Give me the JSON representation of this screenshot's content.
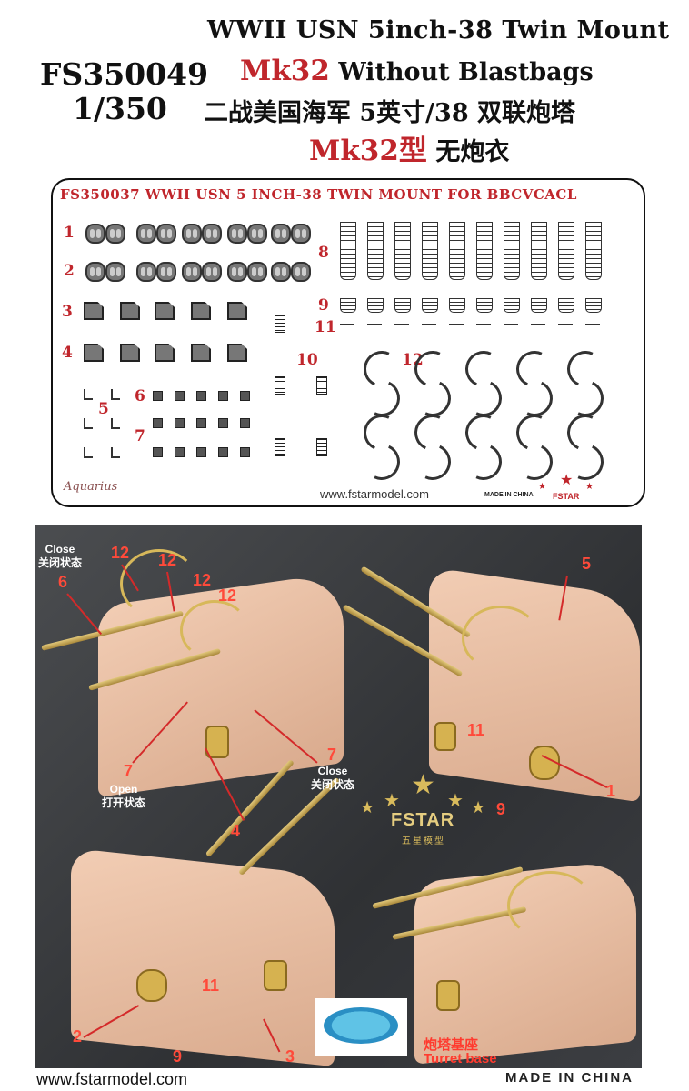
{
  "header": {
    "title_line1": "WWII USN 5inch-38 Twin Mount",
    "code": "FS350049",
    "scale": "1/350",
    "title_line2_mk": "Mk32",
    "title_line2_rest": " Without Blastbags",
    "title_cn1": "二战美国海军 5英寸/38 双联炮塔",
    "title_cn2_mk": "Mk32型",
    "title_cn2_rest": " 无炮衣"
  },
  "fret": {
    "title": "FS350037 WWII USN 5 INCH-38 TWIN MOUNT FOR BBCVCACL",
    "part_numbers": [
      "1",
      "2",
      "3",
      "4",
      "5",
      "6",
      "7",
      "8",
      "9",
      "10",
      "11",
      "12"
    ],
    "signature": "Aquarius",
    "url": "www.fstarmodel.com",
    "made_in": "MADE IN CHINA",
    "brand": "FSTAR"
  },
  "photo": {
    "labels": {
      "close_en_1": "Close",
      "close_cn_1": "关闭状态",
      "open_en": "Open",
      "open_cn": "打开状态",
      "close_en_2": "Close",
      "close_cn_2": "关闭状态"
    },
    "callouts": [
      "6",
      "12",
      "12",
      "12",
      "12",
      "7",
      "7",
      "4",
      "5",
      "11",
      "1",
      "9",
      "11",
      "2",
      "9",
      "3"
    ],
    "brand_text": "FSTAR",
    "brand_cn": "五星模型",
    "turret_base_cn": "炮塔基座",
    "turret_base_en": "Turret base"
  },
  "footer": {
    "url": "www.fstarmodel.com",
    "made_in": "MADE IN CHINA"
  },
  "colors": {
    "accent_red": "#c0262c",
    "brass": "#d7b85a",
    "resin": "#e8bfa4"
  }
}
